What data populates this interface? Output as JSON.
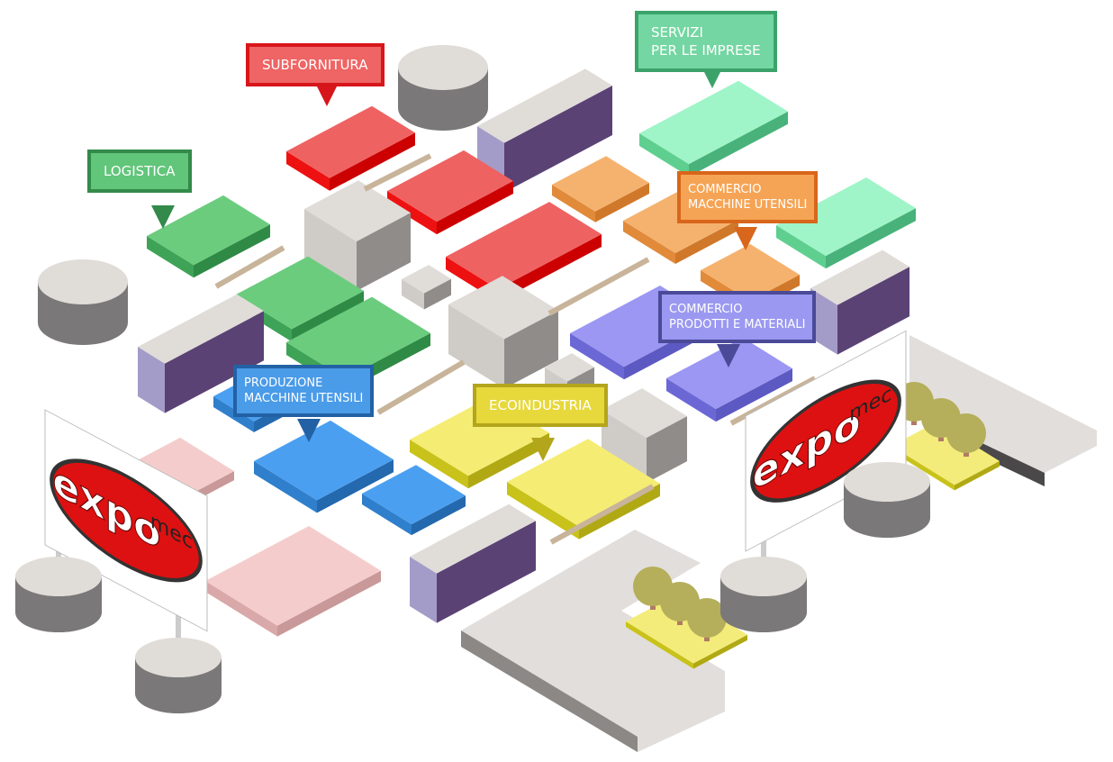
{
  "zones": {
    "subfornitura": {
      "lines": [
        "SUBFORNITURA"
      ],
      "color": "#ef6464",
      "border": "#d7161b"
    },
    "servizi": {
      "lines": [
        "SERVIZI",
        "PER LE IMPRESE"
      ],
      "color": "#74d6a2",
      "border": "#3ba36a"
    },
    "logistica": {
      "lines": [
        "LOGISTICA"
      ],
      "color": "#61c57a",
      "border": "#338a4a"
    },
    "commercio_macchine": {
      "lines": [
        "COMMERCIO",
        "MACCHINE UTENSILI"
      ],
      "color": "#f5a455",
      "border": "#d8661b"
    },
    "commercio_prodotti": {
      "lines": [
        "COMMERCIO",
        "PRODOTTI E MATERIALI"
      ],
      "color": "#9a98f0",
      "border": "#4a4a98"
    },
    "produzione": {
      "lines": [
        "PRODUZIONE",
        "MACCHINE UTENSILI"
      ],
      "color": "#4a9be8",
      "border": "#2361a5"
    },
    "ecoindustria": {
      "lines": [
        "ECOINDUSTRIA"
      ],
      "color": "#e7d83c",
      "border": "#b3a51c"
    }
  },
  "logo": {
    "word": "expo",
    "suffix": "mec"
  },
  "colors": {
    "red": "#ef6262",
    "green": "#6bcc7e",
    "mint": "#9ff5c8",
    "orange": "#f5b26e",
    "purple": "#9b97f2",
    "blue": "#4b9ff0",
    "yellow": "#f5ec73",
    "pink": "#f5cccc",
    "grey": "#e0dcd8",
    "container": "#5a4275",
    "tree": "#b5ae5a",
    "trunk": "#b07a66"
  }
}
